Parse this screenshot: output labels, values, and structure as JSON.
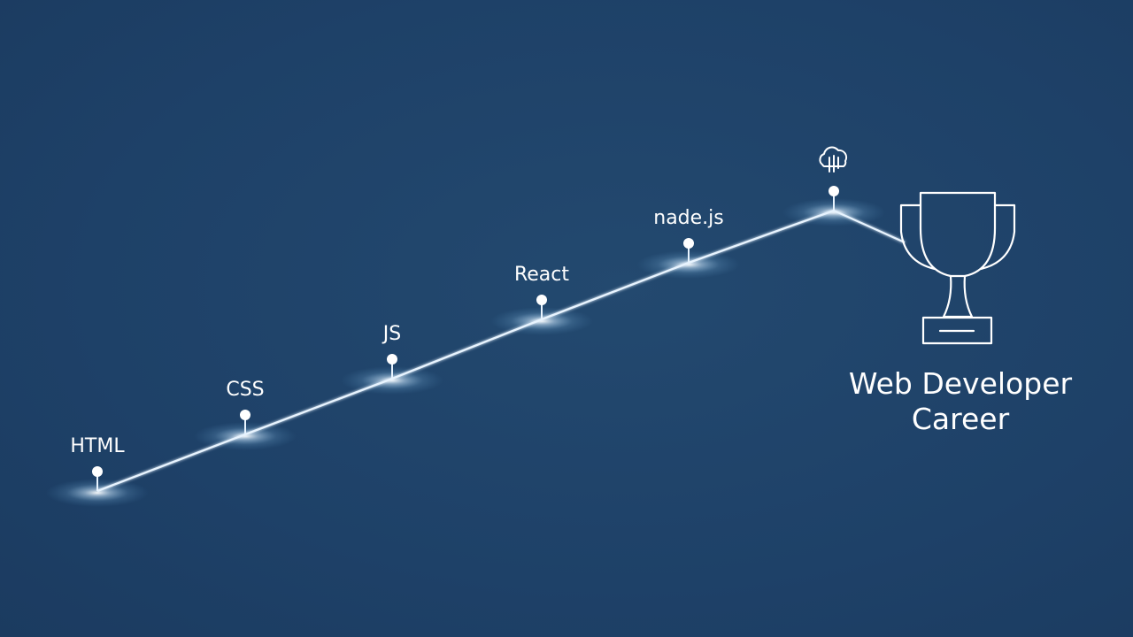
{
  "steps": [
    {
      "label": "HTML"
    },
    {
      "label": "CSS"
    },
    {
      "label": "JS"
    },
    {
      "label": "React"
    },
    {
      "label": "nade.js"
    },
    {
      "label": "",
      "icon": "cloud-icon"
    }
  ],
  "goal": {
    "line1": "Web Developer",
    "line2": "Career",
    "icon": "trophy-icon"
  },
  "colors": {
    "background": "#1f436a",
    "line": "#e8f4ff",
    "glow": "#bfe3ff",
    "text": "#ffffff"
  }
}
